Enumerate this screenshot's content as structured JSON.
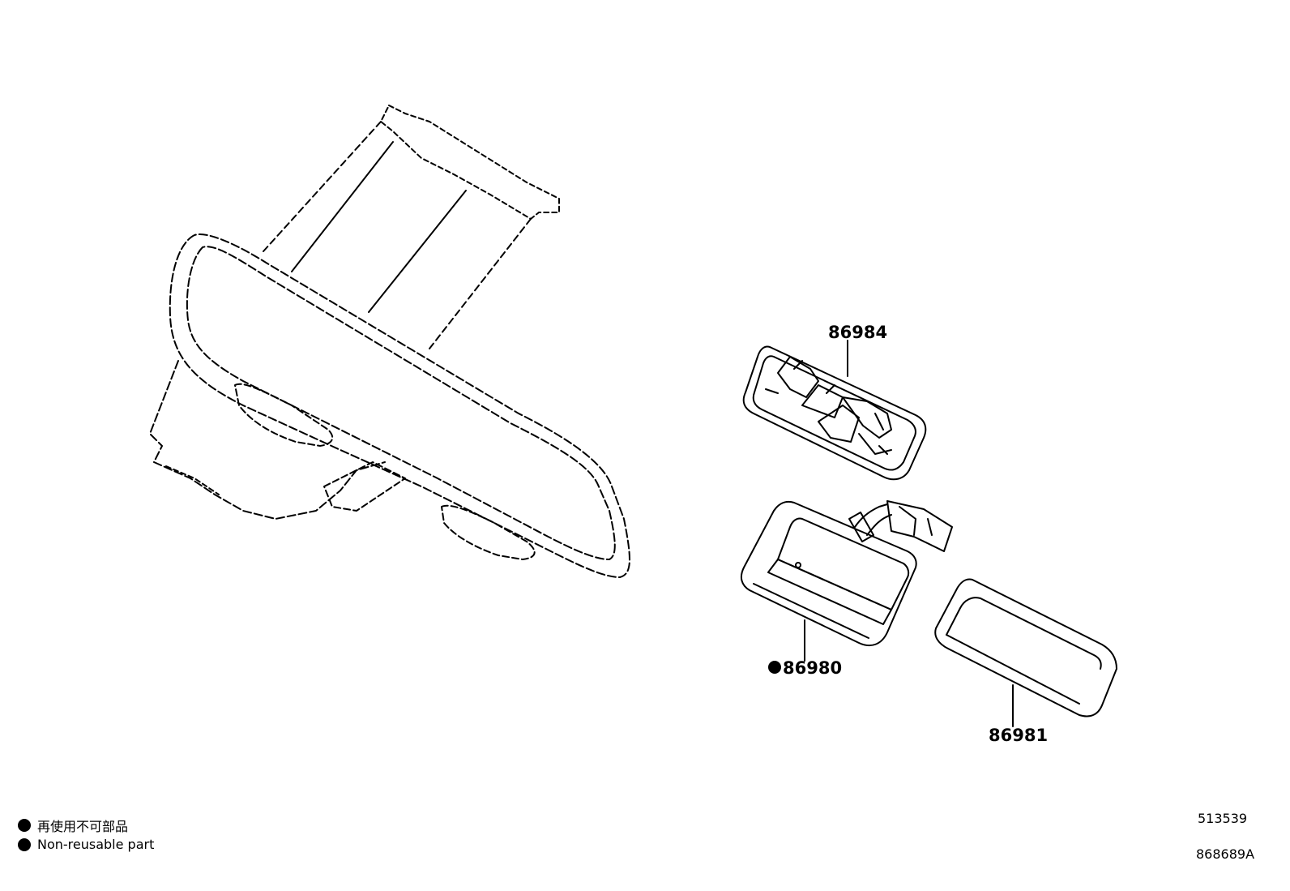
{
  "parts": {
    "p86984": "86984",
    "p86980": "86980",
    "p86981": "86981"
  },
  "legend": {
    "jp": "再使用不可部品",
    "en": "Non-reusable part"
  },
  "codes": {
    "fig_no": "513539",
    "illust_no": "868689A"
  }
}
